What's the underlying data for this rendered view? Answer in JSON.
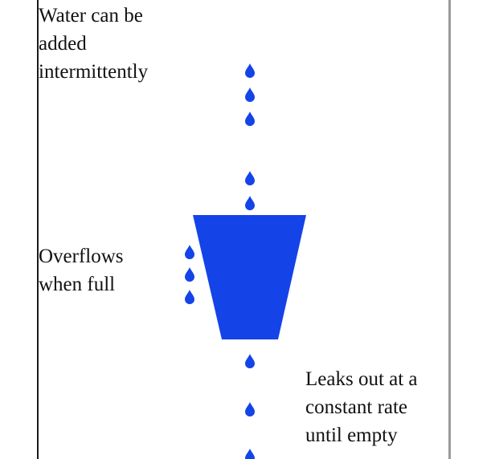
{
  "colors": {
    "water": "#1443e8",
    "text": "#111111",
    "left_border": "#1a1a1a",
    "right_border": "#9a9a9a",
    "background": "#ffffff"
  },
  "labels": {
    "intermittent": [
      "Water can be",
      "added",
      "intermittently"
    ],
    "overflow": [
      "Overflows",
      "when full"
    ],
    "leak": [
      "Leaks out at a",
      "constant rate",
      "until empty"
    ]
  },
  "icons": {
    "drop": "water-drop-icon",
    "bucket": "bucket-icon"
  }
}
